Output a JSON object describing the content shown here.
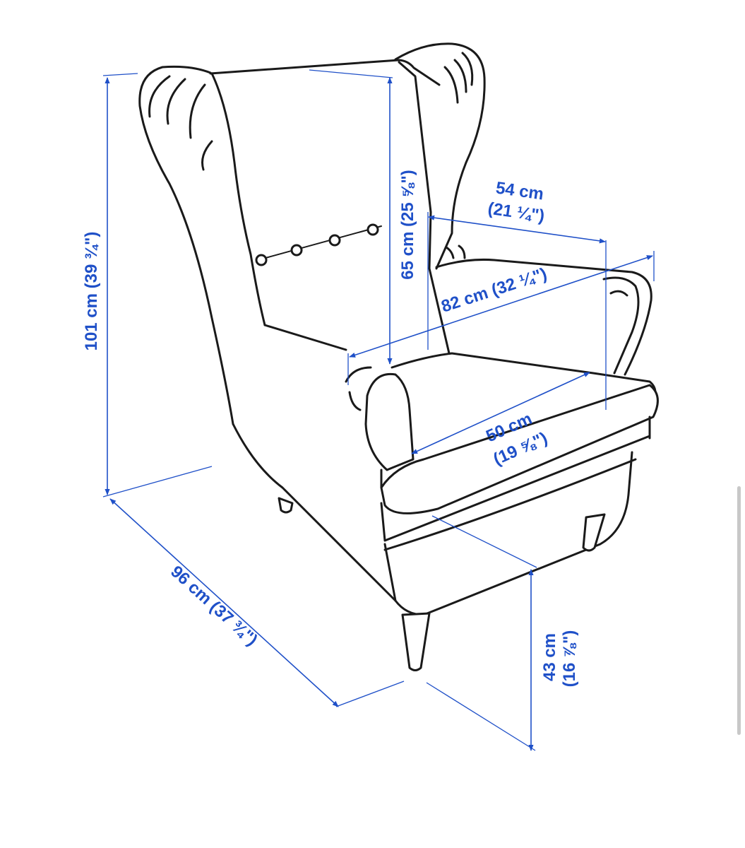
{
  "dimensions": {
    "total_height": "101 cm (39 ¾\")",
    "back_height": "65 cm (25 ⅝\")",
    "armrest_gap_cm": "54 cm",
    "armrest_gap_in": "(21 ¼\")",
    "total_width": "82 cm (32 ¼\")",
    "seat_depth_cm": "50 cm",
    "seat_depth_in": "(19 ⅝\")",
    "total_depth": "96 cm (37 ¾\")",
    "seat_height_cm": "43 cm",
    "seat_height_in": "(16 ⅞\")"
  },
  "colors": {
    "dimension": "#1f50c8",
    "outline": "#1a1a1a"
  }
}
